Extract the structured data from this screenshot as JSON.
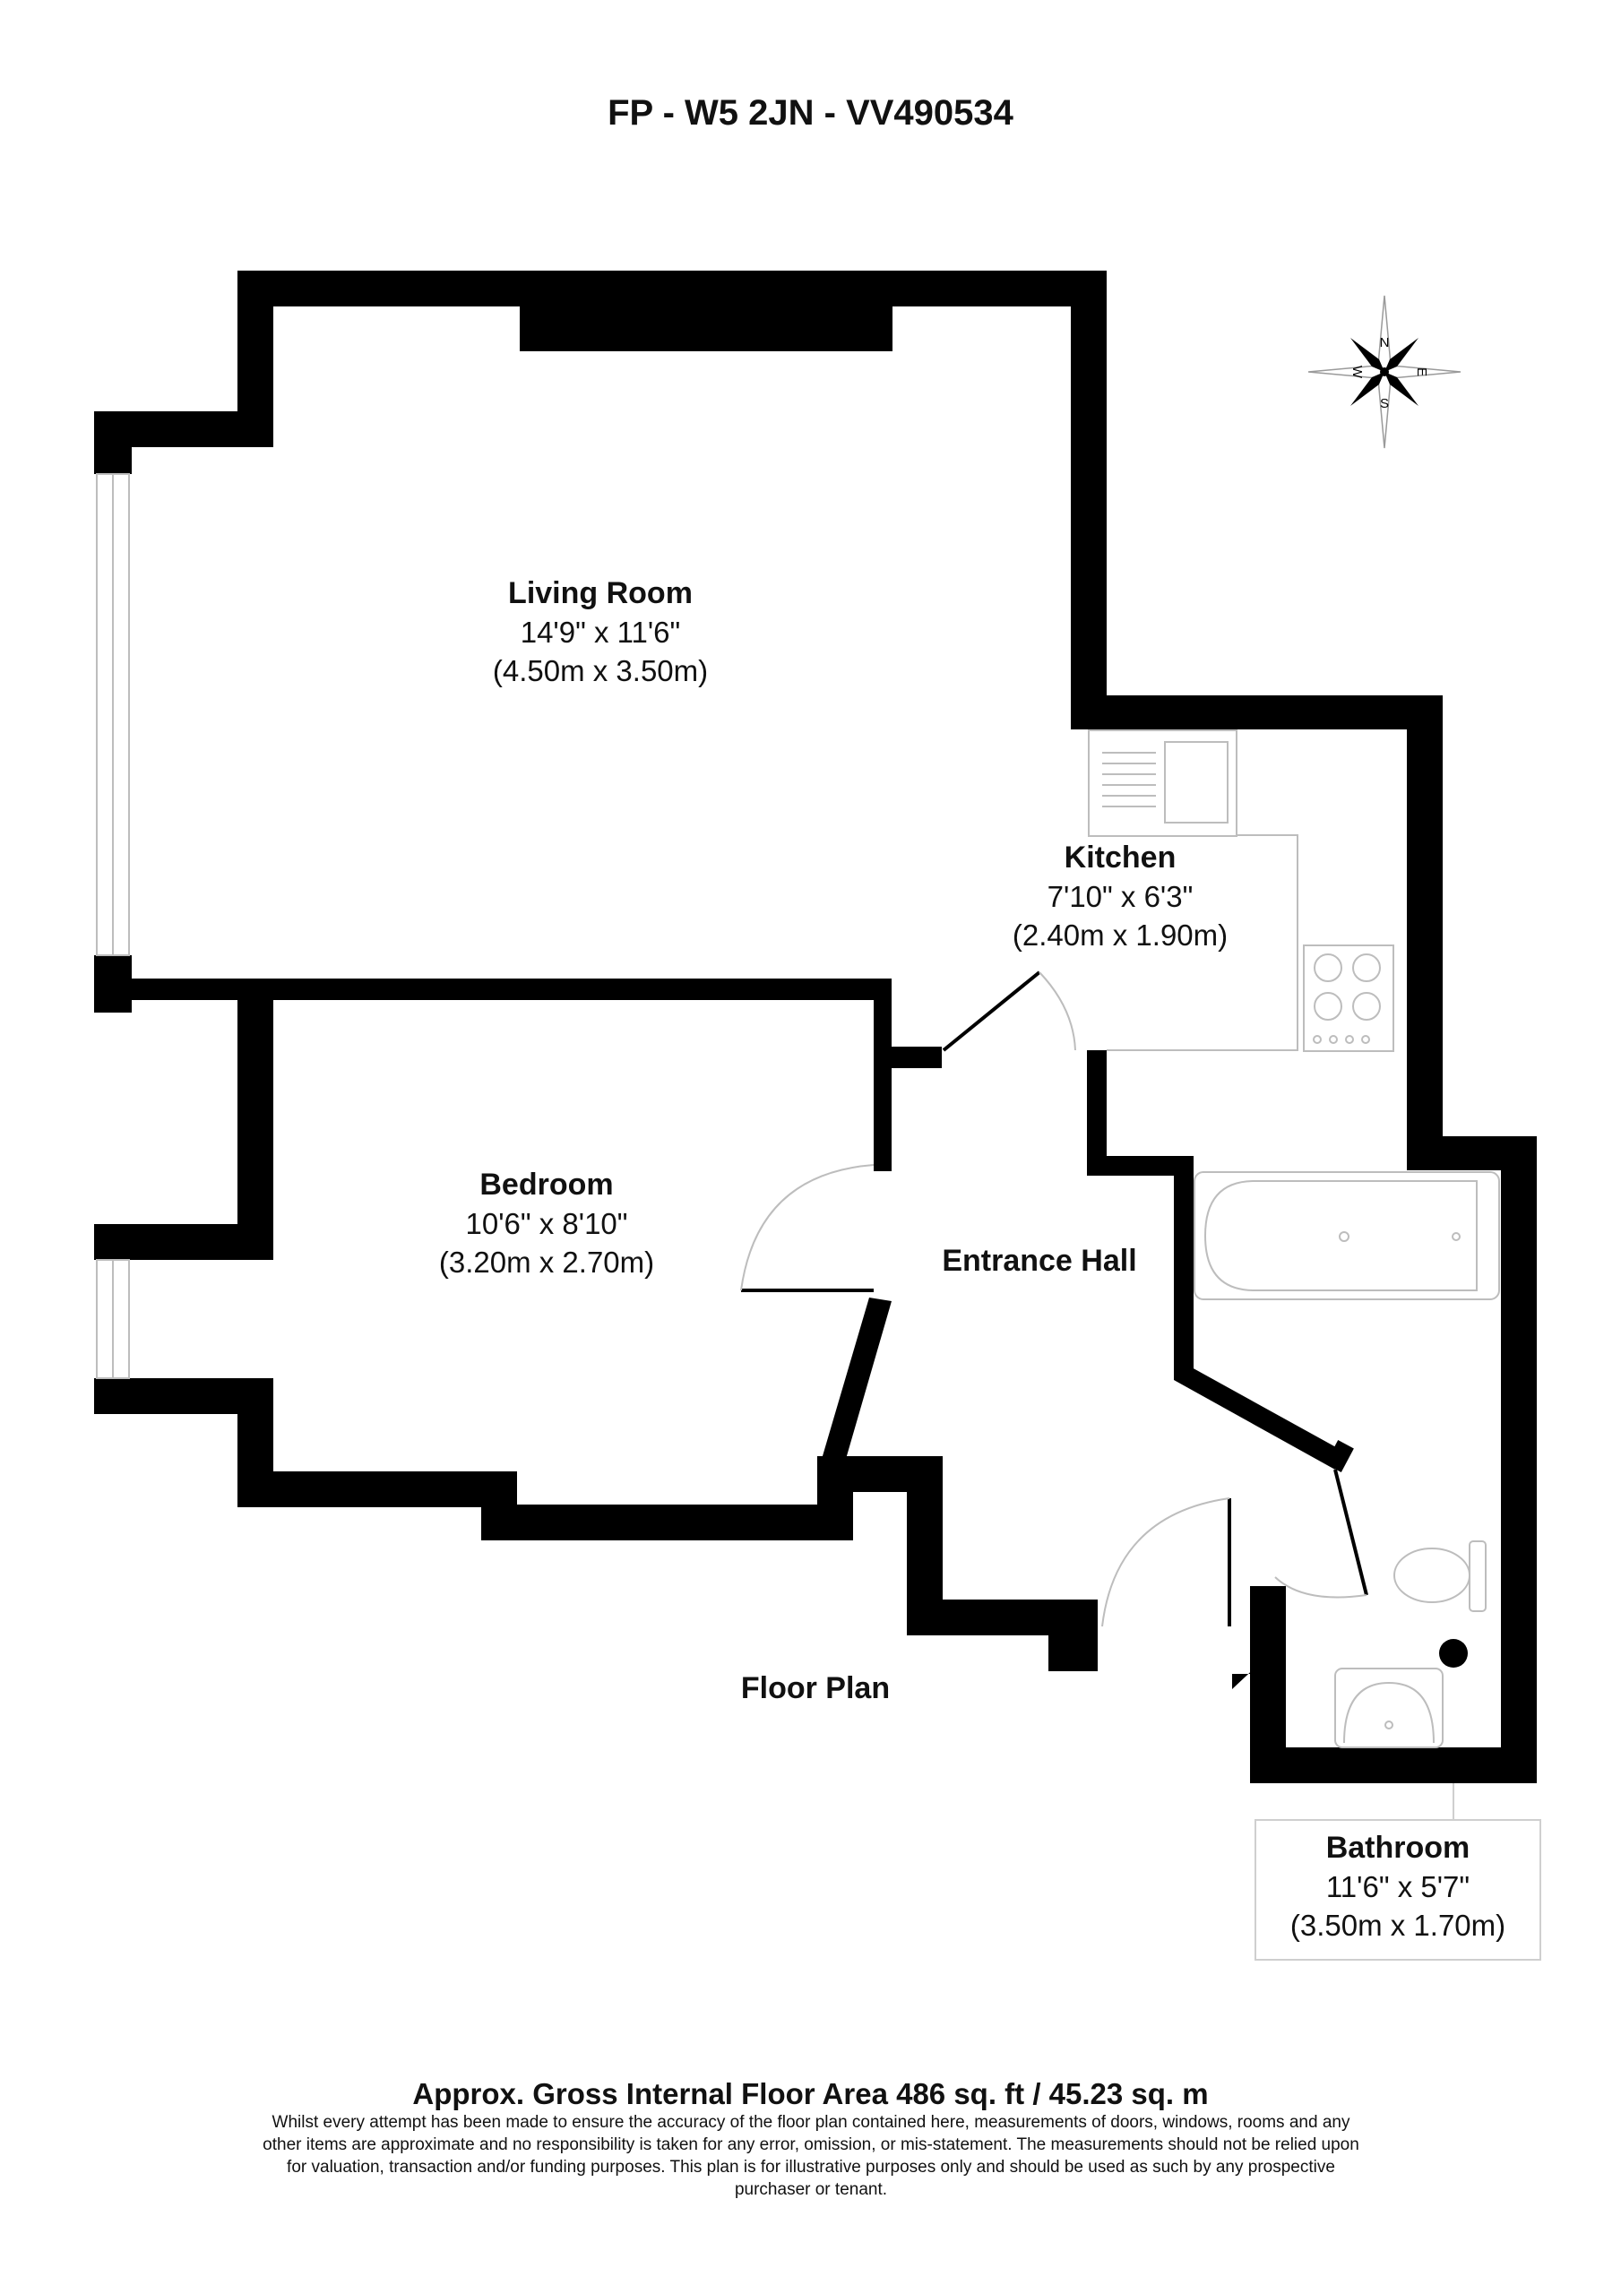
{
  "title": "FP - W5 2JN - VV490534",
  "compass": {
    "n": "N",
    "e": "E",
    "s": "S",
    "w": "W"
  },
  "rooms": {
    "living": {
      "name": "Living Room",
      "dim_imperial": "14'9\" x 11'6\"",
      "dim_metric": "(4.50m x 3.50m)"
    },
    "kitchen": {
      "name": "Kitchen",
      "dim_imperial": "7'10\" x 6'3\"",
      "dim_metric": "(2.40m x 1.90m)"
    },
    "bedroom": {
      "name": "Bedroom",
      "dim_imperial": "10'6\" x 8'10\"",
      "dim_metric": "(3.20m x 2.70m)"
    },
    "hall": {
      "name": "Entrance Hall"
    },
    "bathroom": {
      "name": "Bathroom",
      "dim_imperial": "11'6\" x 5'7\"",
      "dim_metric": "(3.50m x 1.70m)"
    }
  },
  "floor_label": "Floor Plan",
  "area_text": "Approx. Gross Internal Floor Area 486 sq. ft / 45.23 sq. m",
  "disclaimer": "Whilst every attempt has been made to ensure the accuracy of the floor plan contained here, measurements of doors, windows, rooms and any other items are approximate and no responsibility is taken for any error, omission, or mis-statement. The measurements should not be relied upon for valuation, transaction and/or funding purposes. This plan is for illustrative purposes only and should be used as such by any prospective purchaser or tenant.",
  "colors": {
    "wall": "#000000",
    "fixture": "#bdbdbd",
    "background": "#ffffff"
  }
}
